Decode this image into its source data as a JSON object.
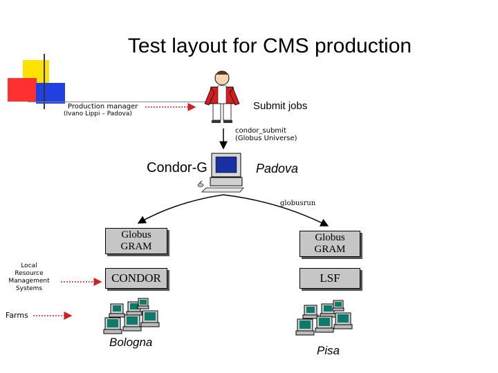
{
  "title": "Test layout for CMS production",
  "production_manager": {
    "label": "Production manager",
    "name": "(Ivano Lippi – Padova)"
  },
  "submit_jobs": "Submit jobs",
  "condor_submit": {
    "line1": "condor_submit",
    "line2": "(Globus Universe)"
  },
  "condor_g": "Condor-G",
  "padova": "Padova",
  "globusrun": "globusrun",
  "left_site": {
    "gram_line1": "Globus",
    "gram_line2": "GRAM",
    "scheduler": "CONDOR",
    "city": "Bologna"
  },
  "right_site": {
    "gram_line1": "Globus",
    "gram_line2": "GRAM",
    "scheduler": "LSF",
    "city": "Pisa"
  },
  "lrms": {
    "line1": "Local",
    "line2": "Resource",
    "line3": "Management",
    "line4": "Systems"
  },
  "farms": "Farms",
  "colors": {
    "deco_yellow": "#ffe200",
    "deco_blue": "#2040e0",
    "deco_red": "#ff3030",
    "arrow_red": "#cc2222",
    "box_gray": "#c6c6c6"
  }
}
